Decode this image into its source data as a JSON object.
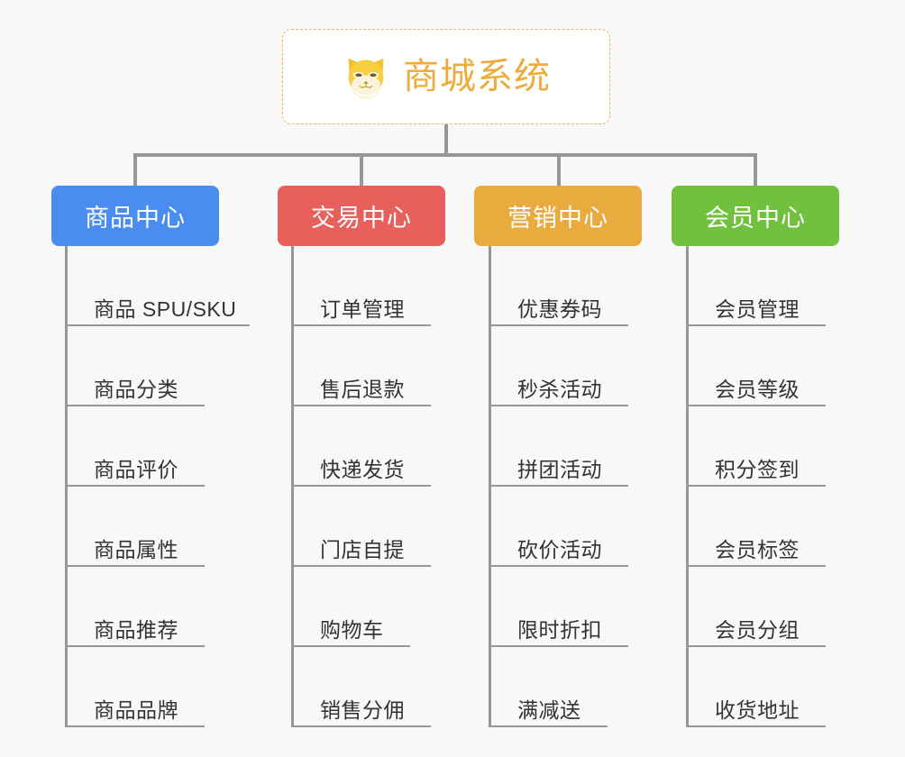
{
  "canvas": {
    "background_color": "#f8f8f8",
    "line_color": "#979797"
  },
  "root": {
    "title": "商城系统",
    "icon": "shiba-inu-icon",
    "text_color": "#eeac3d",
    "border_color": "#edb354",
    "background_color": "#ffffff"
  },
  "branches": [
    {
      "label": "商品中心",
      "color": "#4a8cf0",
      "items": [
        {
          "label": "商品 SPU/SKU"
        },
        {
          "label": "商品分类"
        },
        {
          "label": "商品评价"
        },
        {
          "label": "商品属性"
        },
        {
          "label": "商品推荐"
        },
        {
          "label": "商品品牌"
        }
      ]
    },
    {
      "label": "交易中心",
      "color": "#e8605c",
      "items": [
        {
          "label": "订单管理"
        },
        {
          "label": "售后退款"
        },
        {
          "label": "快递发货"
        },
        {
          "label": "门店自提"
        },
        {
          "label": "购物车"
        },
        {
          "label": "销售分佣"
        }
      ]
    },
    {
      "label": "营销中心",
      "color": "#e9aa3e",
      "items": [
        {
          "label": "优惠券码"
        },
        {
          "label": "秒杀活动"
        },
        {
          "label": "拼团活动"
        },
        {
          "label": "砍价活动"
        },
        {
          "label": "限时折扣"
        },
        {
          "label": "满减送"
        }
      ]
    },
    {
      "label": "会员中心",
      "color": "#72c13e",
      "items": [
        {
          "label": "会员管理"
        },
        {
          "label": "会员等级"
        },
        {
          "label": "积分签到"
        },
        {
          "label": "会员标签"
        },
        {
          "label": "会员分组"
        },
        {
          "label": "收货地址"
        }
      ]
    }
  ]
}
